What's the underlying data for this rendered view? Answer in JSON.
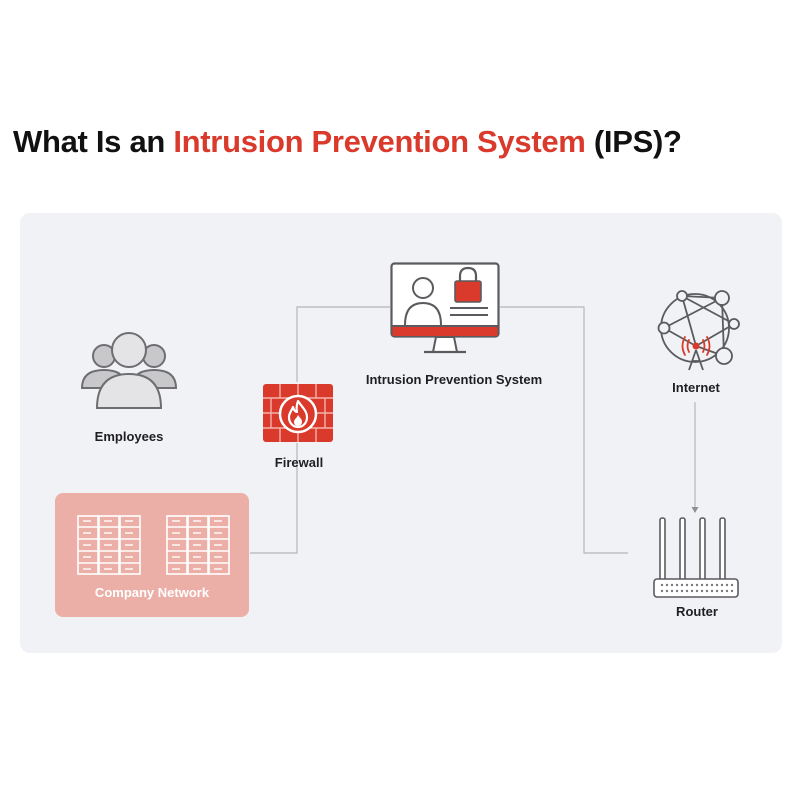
{
  "title": {
    "prefix": "What Is an ",
    "highlight": "Intrusion Prevention System",
    "suffix": " (IPS)?"
  },
  "nodes": {
    "employees": {
      "label": "Employees",
      "icon": "people-group-icon"
    },
    "firewall": {
      "label": "Firewall",
      "icon": "firewall-flame-icon"
    },
    "ips": {
      "label": "Intrusion Prevention System",
      "icon": "monitor-lock-icon"
    },
    "internet": {
      "label": "Internet",
      "icon": "globe-network-icon"
    },
    "router": {
      "label": "Router",
      "icon": "router-icon"
    },
    "company_network": {
      "label": "Company Network",
      "icon": "server-rack-icon"
    }
  },
  "colors": {
    "accent": "#d93a2b",
    "panel": "#f1f2f5",
    "network_box": "#ecafa7",
    "icon_gray": "#6e6e72"
  }
}
